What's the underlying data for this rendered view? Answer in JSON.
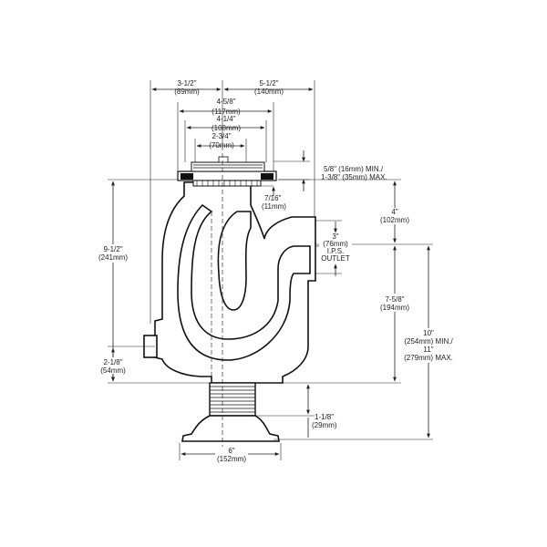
{
  "dimensions": {
    "overall_left": {
      "imperial": "3-1/2\"",
      "metric": "(89mm)"
    },
    "overall_right": {
      "imperial": "5-1/2\"",
      "metric": "(140mm)"
    },
    "grid_outer": {
      "imperial": "4-5/8\"",
      "metric": "(117mm)"
    },
    "grid_middle": {
      "imperial": "4-1/4\"",
      "metric": "(108mm)"
    },
    "grid_inner": {
      "imperial": "2-3/4\"",
      "metric": "(70mm)"
    },
    "flange_range": {
      "line1": "5/8\" (16mm) MIN./",
      "line2": "1-3/8\" (35mm) MAX."
    },
    "seal": {
      "imperial": "7/16\"",
      "metric": "(11mm)"
    },
    "top_to_outlet": {
      "imperial": "4\"",
      "metric": "(102mm)"
    },
    "outlet": {
      "imperial": "3\"",
      "metric": "(76mm)",
      "line3": "I.P.S.",
      "line4": "OUTLET"
    },
    "left_height": {
      "imperial": "9-1/2\"",
      "metric": "(241mm)"
    },
    "outlet_to_base": {
      "imperial": "7-5/8\"",
      "metric": "(194mm)"
    },
    "total_height": {
      "line1": "10\"",
      "line2": "(254mm) MIN./",
      "line3": "11\"",
      "line4": "(279mm) MAX."
    },
    "cleanout": {
      "imperial": "2-1/8\"",
      "metric": "(54mm)"
    },
    "base_height": {
      "imperial": "1-1/8\"",
      "metric": "(29mm)"
    },
    "base_width": {
      "imperial": "6\"",
      "metric": "(152mm)"
    }
  }
}
